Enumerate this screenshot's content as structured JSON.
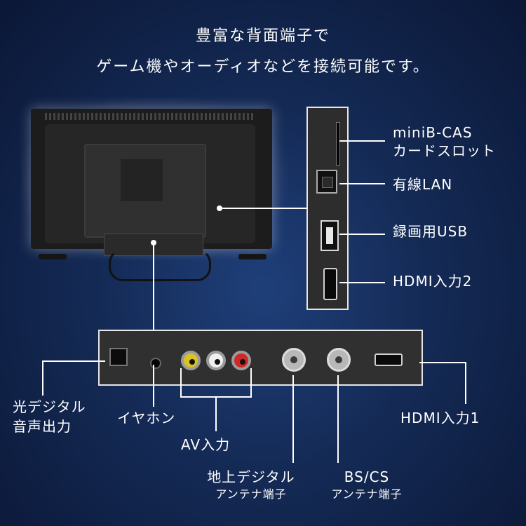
{
  "headline": {
    "line1": "豊富な背面端子で",
    "line2": "ゲーム機やオーディオなどを接続可能です。"
  },
  "side_ports": [
    {
      "label_line1": "miniB-CAS",
      "label_line2": "カードスロット"
    },
    {
      "label_line1": "有線LAN"
    },
    {
      "label_line1": "録画用USB"
    },
    {
      "label_line1": "HDMI入力2"
    }
  ],
  "bottom_ports": {
    "optical": {
      "line1": "光デジタル",
      "line2": "音声出力"
    },
    "earphone": {
      "line1": "イヤホン"
    },
    "av_input": {
      "line1": "AV入力"
    },
    "terrestrial": {
      "line1": "地上デジタル",
      "line2": "アンテナ端子"
    },
    "bs_cs": {
      "line1": "BS/CS",
      "line2": "アンテナ端子"
    },
    "hdmi1": {
      "line1": "HDMI入力1"
    }
  },
  "colors": {
    "background": "#142a55",
    "rca_yellow": "#d8c323",
    "rca_white": "#f0f0f0",
    "rca_red": "#d02727"
  }
}
